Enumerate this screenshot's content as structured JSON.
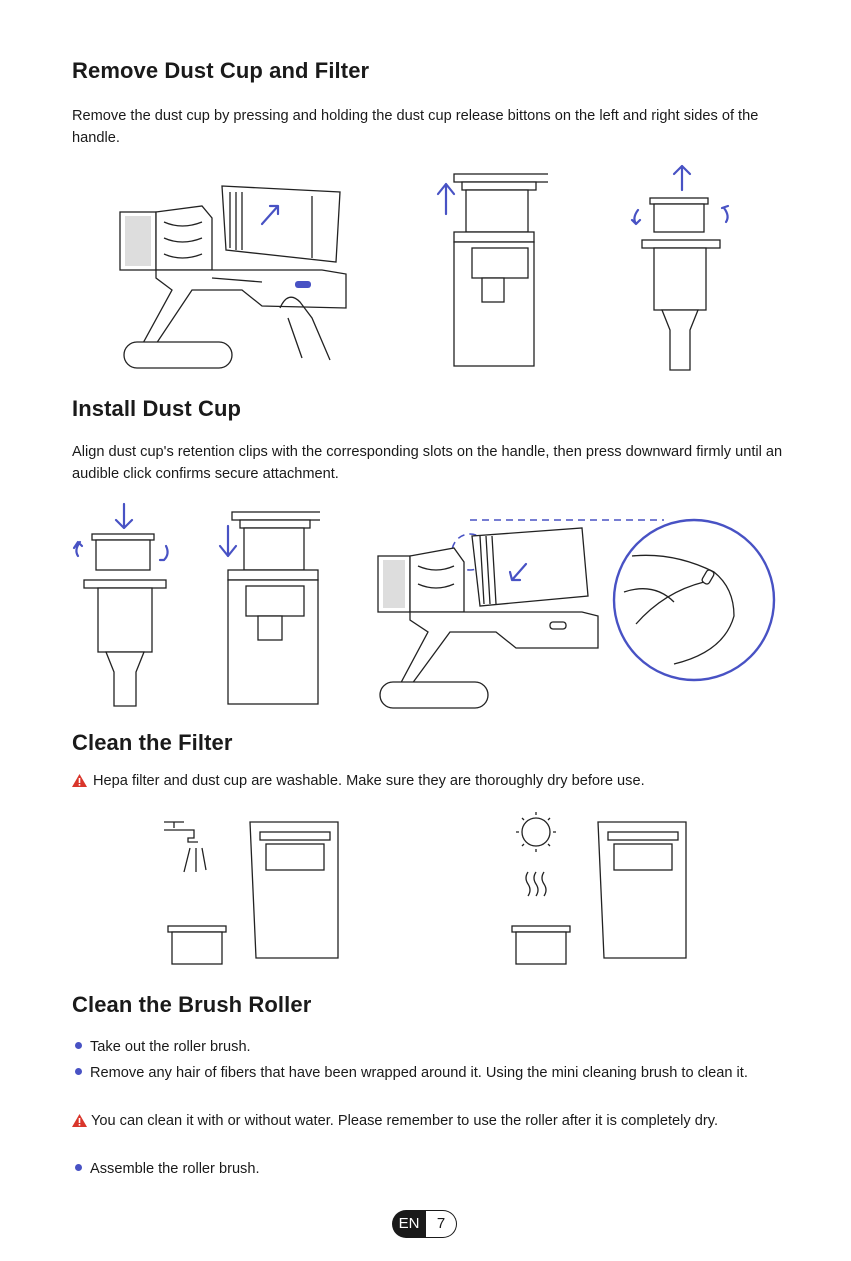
{
  "sections": {
    "remove": {
      "title": "Remove Dust Cup and Filter",
      "text": "Remove the dust cup by pressing and holding the dust cup release bittons on the left and right sides of the handle."
    },
    "install": {
      "title": "Install Dust Cup",
      "text": "Align dust cup's retention clips with the corresponding slots on the handle, then press downward firmly until an audible click confirms secure attachment."
    },
    "filter": {
      "title": "Clean the Filter",
      "warning": "Hepa filter and dust cup are washable. Make sure they are thoroughly dry before use."
    },
    "roller": {
      "title": "Clean the Brush Roller",
      "item1": "Take out the roller brush.",
      "item2": "Remove any hair of fibers that have been wrapped around it. Using the mini cleaning brush to clean it.",
      "warning": "You can clean it with or without water. Please remember to use the roller after it is completely dry.",
      "item3": "Assemble the roller brush."
    }
  },
  "footer": {
    "lang": "EN",
    "page": "7"
  },
  "colors": {
    "accent": "#4852c4",
    "warning": "#d9362b",
    "ink": "#1a1a1a"
  }
}
